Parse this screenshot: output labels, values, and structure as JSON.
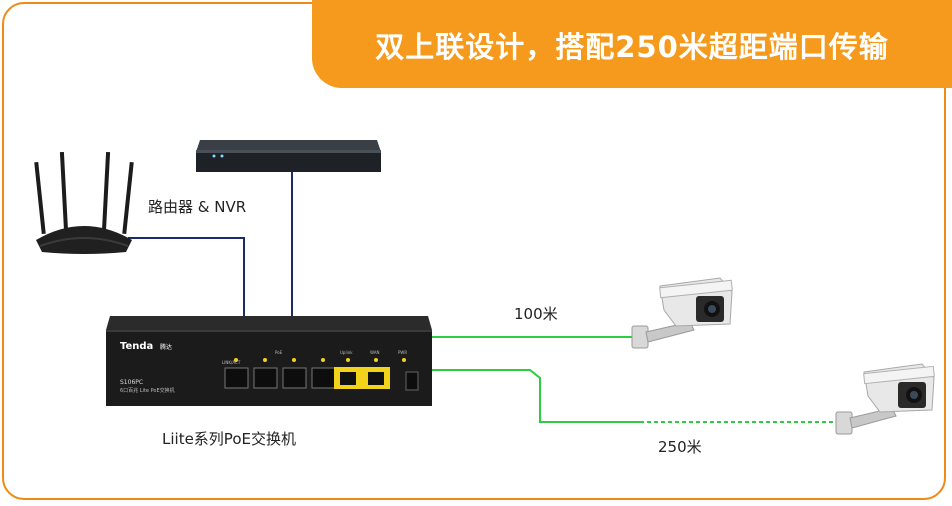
{
  "banner": {
    "title": "双上联设计，搭配250米超距端口传输"
  },
  "labels": {
    "uplink_devices": "路由器 & NVR",
    "switch_series": "Liite系列PoE交换机",
    "distance_near": "100米",
    "distance_far": "250米"
  },
  "switch": {
    "brand": "Tenda",
    "brand_cn": "腾达",
    "model": "S106PC",
    "desc": "6口百兆 Lite PoE交换机",
    "port_group_labels": [
      "LINK/ACT",
      "PoE",
      "Uplink",
      "WAN",
      "PWR"
    ]
  },
  "colors": {
    "accent": "#f59a1c",
    "border": "#f08a17",
    "uplink_cable": "#1a2a6e",
    "poe_cable": "#2ecc40",
    "uplink_port": "#f2d21b"
  }
}
